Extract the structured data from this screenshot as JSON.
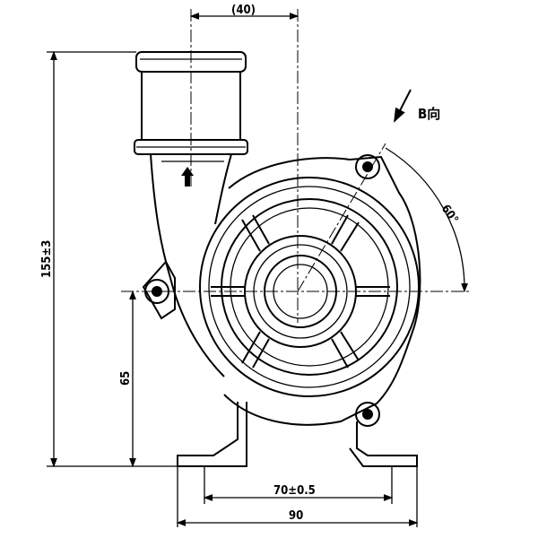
{
  "dimensions": {
    "inlet_offset": "(40)",
    "total_height": "155±3",
    "outlet_height": "65",
    "mount_hole_spacing": "70±0.5",
    "base_width": "90",
    "angle": "60°"
  },
  "view_label": "B向"
}
